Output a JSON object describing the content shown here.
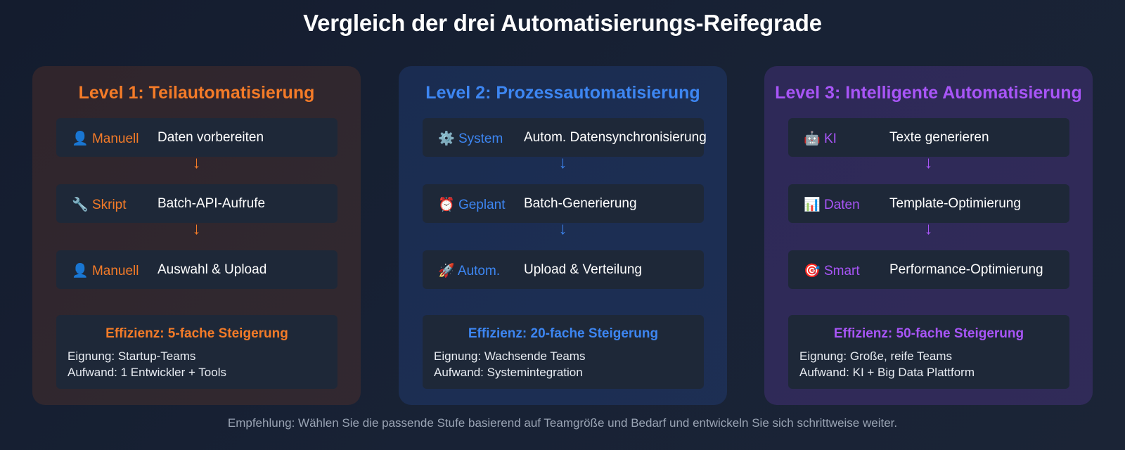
{
  "title": "Vergleich der drei Automatisierungs-Reifegrade",
  "colors": {
    "level1": "#f47b28",
    "level2": "#3d86f2",
    "level3": "#a855f7"
  },
  "levels": [
    {
      "title": "Level 1: Teilautomatisierung",
      "steps": [
        {
          "icon": "👤",
          "icon_name": "person-icon",
          "tag": "Manuell",
          "desc": "Daten vorbereiten"
        },
        {
          "icon": "🔧",
          "icon_name": "wrench-icon",
          "tag": "Skript",
          "desc": "Batch-API-Aufrufe"
        },
        {
          "icon": "👤",
          "icon_name": "person-icon",
          "tag": "Manuell",
          "desc": "Auswahl & Upload"
        }
      ],
      "arrow": "↓",
      "efficiency": "Effizienz: 5-fache Steigerung",
      "suitability": "Eignung: Startup-Teams",
      "effort": "Aufwand: 1 Entwickler + Tools"
    },
    {
      "title": "Level 2: Prozessautomatisierung",
      "steps": [
        {
          "icon": "⚙️",
          "icon_name": "gear-icon",
          "tag": "System",
          "desc": "Autom. Datensynchronisierung"
        },
        {
          "icon": "⏰",
          "icon_name": "alarm-clock-icon",
          "tag": "Geplant",
          "desc": "Batch-Generierung"
        },
        {
          "icon": "🚀",
          "icon_name": "rocket-icon",
          "tag": "Autom.",
          "desc": "Upload & Verteilung"
        }
      ],
      "arrow": "↓",
      "efficiency": "Effizienz: 20-fache Steigerung",
      "suitability": "Eignung: Wachsende Teams",
      "effort": "Aufwand: Systemintegration"
    },
    {
      "title": "Level 3: Intelligente Automatisierung",
      "steps": [
        {
          "icon": "🤖",
          "icon_name": "robot-icon",
          "tag": "KI",
          "desc": "Texte generieren"
        },
        {
          "icon": "📊",
          "icon_name": "bar-chart-icon",
          "tag": "Daten",
          "desc": "Template-Optimierung"
        },
        {
          "icon": "🎯",
          "icon_name": "target-icon",
          "tag": "Smart",
          "desc": "Performance-Optimierung"
        }
      ],
      "arrow": "↓",
      "efficiency": "Effizienz: 50-fache Steigerung",
      "suitability": "Eignung: Große, reife Teams",
      "effort": "Aufwand: KI + Big Data Plattform"
    }
  ],
  "footer": "Empfehlung: Wählen Sie die passende Stufe basierend auf Teamgröße und Bedarf und entwickeln Sie sich schrittweise weiter."
}
